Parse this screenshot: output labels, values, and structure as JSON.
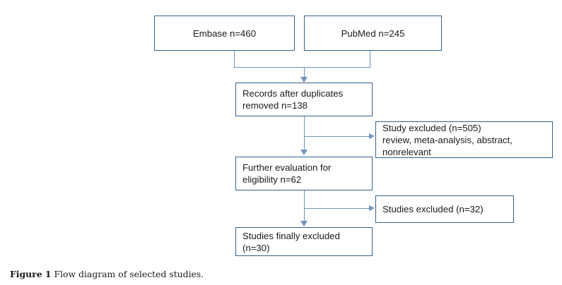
{
  "figure": {
    "caption_label": "Figure 1",
    "caption_text": " Flow diagram of selected studies.",
    "title": "Flow diagram of selected studies"
  },
  "colors": {
    "box_border": "#33618f",
    "connector": "#7093c0",
    "box_fill": "#ffffff",
    "text": "#1a1a1a",
    "background": "#ffffff"
  },
  "chart_data": {
    "type": "diagram",
    "diagram_kind": "prisma-flow-diagram",
    "title": "Flow diagram of selected studies",
    "nodes": [
      {
        "id": "embase",
        "label": "Embase n=460",
        "align": "center",
        "count": 460,
        "stage": "identification"
      },
      {
        "id": "pubmed",
        "label": "PubMed n=245",
        "align": "center",
        "count": 245,
        "stage": "identification"
      },
      {
        "id": "records",
        "label": "Records after duplicates\nremoved n=138",
        "align": "left",
        "count": 138,
        "stage": "screening"
      },
      {
        "id": "excluded1",
        "label": "Study excluded (n=505)\nreview, meta-analysis, abstract,\nnonrelevant",
        "align": "left",
        "count": 505,
        "stage": "excluded"
      },
      {
        "id": "further",
        "label": "Further evaluation for\neligibility n=62",
        "align": "left",
        "count": 62,
        "stage": "eligibility"
      },
      {
        "id": "excluded2",
        "label": "Studies excluded (n=32)",
        "align": "left",
        "count": 32,
        "stage": "excluded"
      },
      {
        "id": "final",
        "label": "Studies finally excluded\n(n=30)",
        "align": "left",
        "count": 30,
        "stage": "included"
      }
    ],
    "edges": [
      {
        "from": "embase",
        "to": "records",
        "kind": "merge-arrow-down"
      },
      {
        "from": "pubmed",
        "to": "records",
        "kind": "merge-arrow-down"
      },
      {
        "from": "records",
        "to": "further",
        "kind": "arrow-down"
      },
      {
        "from": "records",
        "to": "excluded1",
        "kind": "branch-arrow-right"
      },
      {
        "from": "further",
        "to": "final",
        "kind": "arrow-down"
      },
      {
        "from": "further",
        "to": "excluded2",
        "kind": "branch-arrow-right"
      }
    ]
  }
}
